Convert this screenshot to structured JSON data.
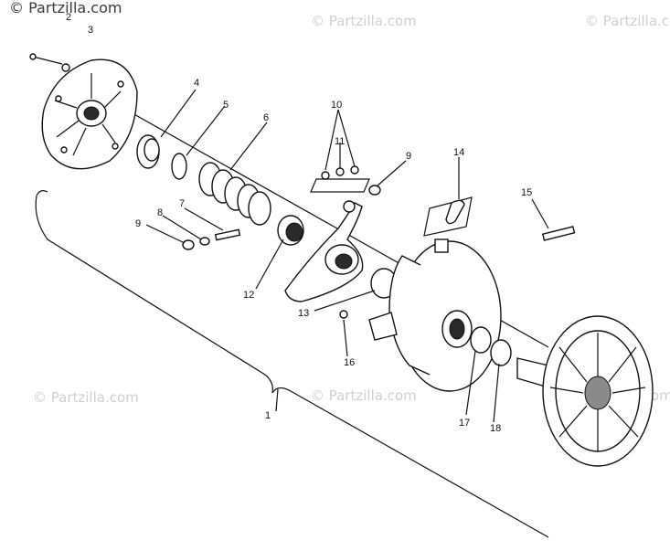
{
  "watermark": {
    "primary": "© Partzilla.com",
    "repeat": "© Partzilla.com"
  },
  "callouts": {
    "c1": "1",
    "c2": "2",
    "c3": "3",
    "c4": "4",
    "c5": "5",
    "c6": "6",
    "c7": "7",
    "c8": "8",
    "c9a": "9",
    "c9b": "9",
    "c10": "10",
    "c11": "11",
    "c12": "12",
    "c13": "13",
    "c14": "14",
    "c15": "15",
    "c16": "16",
    "c17": "17",
    "c18": "18"
  }
}
